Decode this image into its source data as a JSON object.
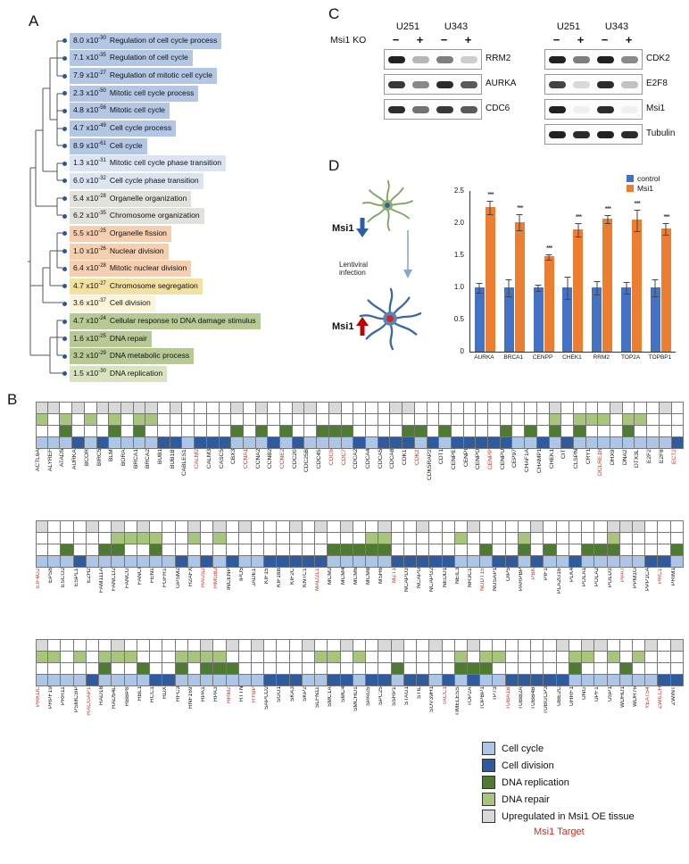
{
  "colors": {
    "cycle": "#adc5e7",
    "division": "#2f5b9e",
    "replication": "#4e7b31",
    "repair": "#a8c57e",
    "upregulated": "#d9d9d9",
    "target": "#d62b20",
    "control": "#4472c4",
    "msi1": "#ed7d31"
  },
  "panelA": {
    "label": "A",
    "items": [
      {
        "p": "8.0 x10",
        "exp": "-30",
        "term": "Regulation of cell cycle process",
        "color": "#b3c6e4"
      },
      {
        "p": "7.1 x10",
        "exp": "-35",
        "term": "Regulation of cell cycle",
        "color": "#b3c6e4"
      },
      {
        "p": "7.9 x10",
        "exp": "-27",
        "term": "Regulation of mitotic cell cycle",
        "color": "#b3c6e4"
      },
      {
        "p": "2.3 x10",
        "exp": "-50",
        "term": "Mitotic cell cycle process",
        "color": "#b3c6e4"
      },
      {
        "p": "4.8 x10",
        "exp": "-56",
        "term": "Mitotic cell cycle",
        "color": "#b3c6e4"
      },
      {
        "p": "4.7 x10",
        "exp": "-49",
        "term": "Cell cycle process",
        "color": "#b3c6e4"
      },
      {
        "p": "8.9 x10",
        "exp": "-61",
        "term": "Cell cycle",
        "color": "#b3c6e4"
      },
      {
        "p": "1.3 x10",
        "exp": "-31",
        "term": "Mitotic cell cycle phase transition",
        "color": "#dbe5f1"
      },
      {
        "p": "6.0 x10",
        "exp": "-32",
        "term": "Cell cycle phase transition",
        "color": "#dbe5f1"
      },
      {
        "p": "5.4 x10",
        "exp": "-28",
        "term": "Organelle organization",
        "color": "#e2e2dd"
      },
      {
        "p": "6.2 x10",
        "exp": "-35",
        "term": "Chromosome organization",
        "color": "#e2e2dd"
      },
      {
        "p": "5.5 x10",
        "exp": "-25",
        "term": "Organelle fission",
        "color": "#f6cfb0"
      },
      {
        "p": "1.0 x10",
        "exp": "-26",
        "term": "Nuclear division",
        "color": "#f6cfb0"
      },
      {
        "p": "6.4 x10",
        "exp": "-28",
        "term": "Mitotic nuclear division",
        "color": "#f6cfb0"
      },
      {
        "p": "4.7 x10",
        "exp": "-27",
        "term": "Chromosome segregation",
        "color": "#f2e1a0"
      },
      {
        "p": "3.6 x10",
        "exp": "-37",
        "term": "Cell division",
        "color": "#fbf4d8"
      },
      {
        "p": "4.7 x10",
        "exp": "-24",
        "term": "Cellular response to DNA damage stimulus",
        "color": "#b7c994"
      },
      {
        "p": "1.6 x10",
        "exp": "-25",
        "term": "DNA repair",
        "color": "#b7c994"
      },
      {
        "p": "3.2 x10",
        "exp": "-29",
        "term": "DNA metabolic process",
        "color": "#b7c994"
      },
      {
        "p": "1.5 x10",
        "exp": "-30",
        "term": "DNA replication",
        "color": "#d8e4bf"
      }
    ]
  },
  "panelB": {
    "label": "B",
    "blocks": [
      {
        "genes": [
          {
            "n": "ACTL6A",
            "f": "ur"
          },
          {
            "n": "ALYREF",
            "f": "u"
          },
          {
            "n": "ATAD5",
            "f": "rp"
          },
          {
            "n": "AURKA",
            "f": "ud"
          },
          {
            "n": "BCOR",
            "f": "r"
          },
          {
            "n": "BIRC5",
            "f": "ud"
          },
          {
            "n": "BLM",
            "f": "urp"
          },
          {
            "n": "BORA",
            "f": "u"
          },
          {
            "n": "BRCA1",
            "f": "urp"
          },
          {
            "n": "BRCA2",
            "f": "ur"
          },
          {
            "n": "BUB1",
            "f": "d"
          },
          {
            "n": "BUB1B",
            "f": "ud"
          },
          {
            "n": "CABLES1",
            "f": ""
          },
          {
            "n": "CALM2",
            "f": "d",
            "red": true
          },
          {
            "n": "CALM3",
            "f": "d"
          },
          {
            "n": "CASC5",
            "f": "d"
          },
          {
            "n": "CBX3",
            "f": "up"
          },
          {
            "n": "CCNA1",
            "f": "",
            "red": true
          },
          {
            "n": "CCNA2",
            "f": "up"
          },
          {
            "n": "CCNB2",
            "f": "d"
          },
          {
            "n": "CCNE2",
            "f": "p",
            "red": true
          },
          {
            "n": "CDC20",
            "f": "ud"
          },
          {
            "n": "CDC25B",
            "f": "u"
          },
          {
            "n": "CDC45",
            "f": "p"
          },
          {
            "n": "CDC6",
            "f": "up",
            "red": true
          },
          {
            "n": "CDC7",
            "f": "p",
            "red": true
          },
          {
            "n": "CDCA2",
            "f": "d"
          },
          {
            "n": "CDCA4",
            "f": ""
          },
          {
            "n": "CDCA5",
            "f": "d"
          },
          {
            "n": "CDCA8",
            "f": "ud"
          },
          {
            "n": "CDK1",
            "f": "upd"
          },
          {
            "n": "CDK2",
            "f": "p",
            "red": true
          },
          {
            "n": "CDK5RAP2",
            "f": "d"
          },
          {
            "n": "CDT1",
            "f": "p"
          },
          {
            "n": "CENPE",
            "f": "d"
          },
          {
            "n": "CENPI",
            "f": "d"
          },
          {
            "n": "CENPO",
            "f": "d"
          },
          {
            "n": "CENPP",
            "f": "d",
            "red": true
          },
          {
            "n": "CENPU",
            "f": "pd"
          },
          {
            "n": "CEP97",
            "f": ""
          },
          {
            "n": "CHAF1A",
            "f": "p"
          },
          {
            "n": "CHAMP1",
            "f": "d"
          },
          {
            "n": "CHEK1",
            "f": "urp"
          },
          {
            "n": "CIT",
            "f": "d"
          },
          {
            "n": "CLSPN",
            "f": "rp"
          },
          {
            "n": "CRY1",
            "f": "r"
          },
          {
            "n": "DCLRE1B",
            "f": "r",
            "red": true
          },
          {
            "n": "DHX9",
            "f": "u"
          },
          {
            "n": "DNA2",
            "f": "rp"
          },
          {
            "n": "DTX3L",
            "f": "r"
          },
          {
            "n": "E2F2",
            "f": ""
          },
          {
            "n": "E2F8",
            "f": "u"
          },
          {
            "n": "ECT2",
            "f": "d",
            "red": true
          }
        ]
      },
      {
        "genes": [
          {
            "n": "EIF4G2",
            "f": "u",
            "red": true
          },
          {
            "n": "EPS8",
            "f": ""
          },
          {
            "n": "ESCO2",
            "f": "p"
          },
          {
            "n": "ESPL1",
            "f": "d"
          },
          {
            "n": "EZH2",
            "f": "u"
          },
          {
            "n": "FAM111A",
            "f": "p"
          },
          {
            "n": "FANCD2",
            "f": "urp"
          },
          {
            "n": "FANCG",
            "f": "r"
          },
          {
            "n": "FANCI",
            "f": "ur"
          },
          {
            "n": "FEN1",
            "f": "rp"
          },
          {
            "n": "FGFR1",
            "f": ""
          },
          {
            "n": "GPSM2",
            "f": "d"
          },
          {
            "n": "H2AFX",
            "f": "ur"
          },
          {
            "n": "HAUS2",
            "f": "d",
            "red": true
          },
          {
            "n": "HMGB2",
            "f": "ur",
            "red": true
          },
          {
            "n": "INCENP",
            "f": "d"
          },
          {
            "n": "IPO5",
            "f": "u"
          },
          {
            "n": "JADE1",
            "f": ""
          },
          {
            "n": "KIF15",
            "f": "d"
          },
          {
            "n": "KIF18B",
            "f": "d"
          },
          {
            "n": "KIF2C",
            "f": "ud"
          },
          {
            "n": "KNTC1",
            "f": "d"
          },
          {
            "n": "MAD2L1",
            "f": "ud",
            "red": true
          },
          {
            "n": "MCM2",
            "f": "p"
          },
          {
            "n": "MCM4",
            "f": "up"
          },
          {
            "n": "MCM6",
            "f": "p"
          },
          {
            "n": "MCM8",
            "f": "rp"
          },
          {
            "n": "MSH6",
            "f": "urp"
          },
          {
            "n": "MZT1",
            "f": "d",
            "red": true
          },
          {
            "n": "NCAPD3",
            "f": "d"
          },
          {
            "n": "NCAPG",
            "f": "ud"
          },
          {
            "n": "NCAPG2",
            "f": "d"
          },
          {
            "n": "NEDD1",
            "f": "d"
          },
          {
            "n": "NEIL3",
            "f": "r"
          },
          {
            "n": "NR3C1",
            "f": "u"
          },
          {
            "n": "NUDT15",
            "f": "p",
            "red": true
          },
          {
            "n": "NUSAP1",
            "f": "d"
          },
          {
            "n": "OIP5",
            "f": "d"
          },
          {
            "n": "PARPBP",
            "f": "rp"
          },
          {
            "n": "PBK",
            "f": "ud",
            "red": true
          },
          {
            "n": "PIF1",
            "f": "p"
          },
          {
            "n": "PLA2G16",
            "f": ""
          },
          {
            "n": "PLK4",
            "f": "d"
          },
          {
            "n": "POLA1",
            "f": "p"
          },
          {
            "n": "POLA2",
            "f": "p"
          },
          {
            "n": "POLD3",
            "f": "urp"
          },
          {
            "n": "PPAT",
            "f": "u",
            "red": true
          },
          {
            "n": "PPM1G",
            "f": "u"
          },
          {
            "n": "PPP1CA",
            "f": "d"
          },
          {
            "n": "PRC1",
            "f": "d",
            "red": true
          },
          {
            "n": "PRIM1",
            "f": "p"
          }
        ]
      },
      {
        "genes": [
          {
            "n": "PRKDC",
            "f": "ur",
            "red": true
          },
          {
            "n": "PRPF19",
            "f": "r"
          },
          {
            "n": "PRR11",
            "f": ""
          },
          {
            "n": "PSMC3IP",
            "f": "r"
          },
          {
            "n": "RACGAP1",
            "f": "d",
            "red": true
          },
          {
            "n": "RAD18",
            "f": "rp"
          },
          {
            "n": "RAD54L",
            "f": "ur"
          },
          {
            "n": "RBBP8",
            "f": "r"
          },
          {
            "n": "RBL1",
            "f": "p"
          },
          {
            "n": "RCC1",
            "f": "d"
          },
          {
            "n": "RDX",
            "f": "d"
          },
          {
            "n": "RFC3",
            "f": "rp"
          },
          {
            "n": "RNF169",
            "f": "r"
          },
          {
            "n": "RPA1",
            "f": "urp"
          },
          {
            "n": "RPA3",
            "f": "rp"
          },
          {
            "n": "RRM2",
            "f": "up",
            "red": true
          },
          {
            "n": "RTTN",
            "f": ""
          },
          {
            "n": "RYBP",
            "f": "u",
            "red": true
          },
          {
            "n": "SAPCD2",
            "f": "d"
          },
          {
            "n": "SGO1",
            "f": "d"
          },
          {
            "n": "SKA3",
            "f": "d"
          },
          {
            "n": "SKP2",
            "f": "u"
          },
          {
            "n": "SLFN11",
            "f": "r"
          },
          {
            "n": "SMC1A",
            "f": "rd"
          },
          {
            "n": "SMC4",
            "f": "ud"
          },
          {
            "n": "SMCHD1",
            "f": "r"
          },
          {
            "n": "SPAG5",
            "f": "d"
          },
          {
            "n": "SPC25",
            "f": "ud"
          },
          {
            "n": "SSRP1",
            "f": "up"
          },
          {
            "n": "STAG1",
            "f": "d"
          },
          {
            "n": "STIL",
            "f": "d"
          },
          {
            "n": "SUV39H1",
            "f": "u"
          },
          {
            "n": "TACC1",
            "f": "d",
            "red": true
          },
          {
            "n": "TIMELESS",
            "f": "rp"
          },
          {
            "n": "TOP2A",
            "f": "upd"
          },
          {
            "n": "TOPBP1",
            "f": "rp"
          },
          {
            "n": "TP73",
            "f": "r"
          },
          {
            "n": "TUBA1B",
            "f": "d",
            "red": true
          },
          {
            "n": "TUBB2A",
            "f": "d"
          },
          {
            "n": "TUBB4B",
            "f": "d"
          },
          {
            "n": "TUBGCP3",
            "f": "d"
          },
          {
            "n": "UBE2C",
            "f": "ud"
          },
          {
            "n": "UHRF1",
            "f": "rp"
          },
          {
            "n": "UNG",
            "f": "ur"
          },
          {
            "n": "UPF1",
            "f": "u"
          },
          {
            "n": "USP1",
            "f": "r"
          },
          {
            "n": "WDHD1",
            "f": "p"
          },
          {
            "n": "WDR76",
            "f": "r"
          },
          {
            "n": "YEATS4",
            "f": "u",
            "red": true
          },
          {
            "n": "ZWILCH",
            "f": "d",
            "red": true
          },
          {
            "n": "ZWINT",
            "f": "ud"
          }
        ]
      }
    ]
  },
  "panelC": {
    "label": "C",
    "ko_label": "Msi1 KO",
    "lanes": [
      "−",
      "+",
      "−",
      "+"
    ],
    "groups": [
      {
        "cells": [
          "U251",
          "U343"
        ],
        "blots": [
          {
            "protein": "RRM2",
            "bands": [
              0.95,
              0.3,
              0.55,
              0.2
            ]
          },
          {
            "protein": "AURKA",
            "bands": [
              0.85,
              0.5,
              0.9,
              0.7
            ]
          },
          {
            "protein": "CDC6",
            "bands": [
              0.9,
              0.6,
              0.85,
              0.7
            ]
          }
        ]
      },
      {
        "cells": [
          "U251",
          "U343"
        ],
        "blots": [
          {
            "protein": "CDK2",
            "bands": [
              0.95,
              0.55,
              0.95,
              0.5
            ]
          },
          {
            "protein": "E2F8",
            "bands": [
              0.8,
              0.15,
              0.9,
              0.25
            ]
          },
          {
            "protein": "Msi1",
            "bands": [
              0.95,
              0.05,
              0.9,
              0.05
            ]
          },
          {
            "protein": "Tubulin",
            "bands": [
              0.95,
              0.9,
              0.95,
              0.9
            ]
          }
        ]
      }
    ]
  },
  "panelD": {
    "label": "D",
    "illustration": {
      "down_label": "Msi1",
      "up_label": "Msi1",
      "arrow_label": "Lentiviral infection"
    }
  },
  "chart_data": {
    "type": "bar",
    "categories": [
      "AURKA",
      "BRCA1",
      "CENPP",
      "CHEK1",
      "RRM2",
      "TOP2A",
      "TOPBP1"
    ],
    "series": [
      {
        "name": "control",
        "color": "#4472c4",
        "values": [
          1.0,
          1.0,
          1.0,
          1.0,
          1.0,
          1.0,
          1.0
        ],
        "errors": [
          0.07,
          0.13,
          0.04,
          0.17,
          0.1,
          0.09,
          0.13
        ]
      },
      {
        "name": "Msi1",
        "color": "#ed7d31",
        "values": [
          2.25,
          2.02,
          1.48,
          1.9,
          2.07,
          2.05,
          1.92
        ],
        "errors": [
          0.1,
          0.12,
          0.03,
          0.1,
          0.06,
          0.16,
          0.08
        ]
      }
    ],
    "significance": [
      "***",
      "***",
      "***",
      "***",
      "***",
      "***",
      "***"
    ],
    "ylim": [
      0,
      2.5
    ],
    "yticks": [
      "0",
      "0.5",
      "1.0",
      "1.5",
      "2.0",
      "2.5"
    ],
    "legend_position": "top-right",
    "grid": false
  },
  "legend": {
    "items": [
      {
        "label": "Cell cycle",
        "color": "#adc5e7"
      },
      {
        "label": "Cell division",
        "color": "#2f5b9e"
      },
      {
        "label": "DNA replication",
        "color": "#4e7b31"
      },
      {
        "label": "DNA repair",
        "color": "#a8c57e"
      },
      {
        "label": "Upregulated in Msi1 OE tissue",
        "color": "#d9d9d9"
      }
    ],
    "target_label": "Msi1 Target",
    "target_color": "#d62b20"
  }
}
